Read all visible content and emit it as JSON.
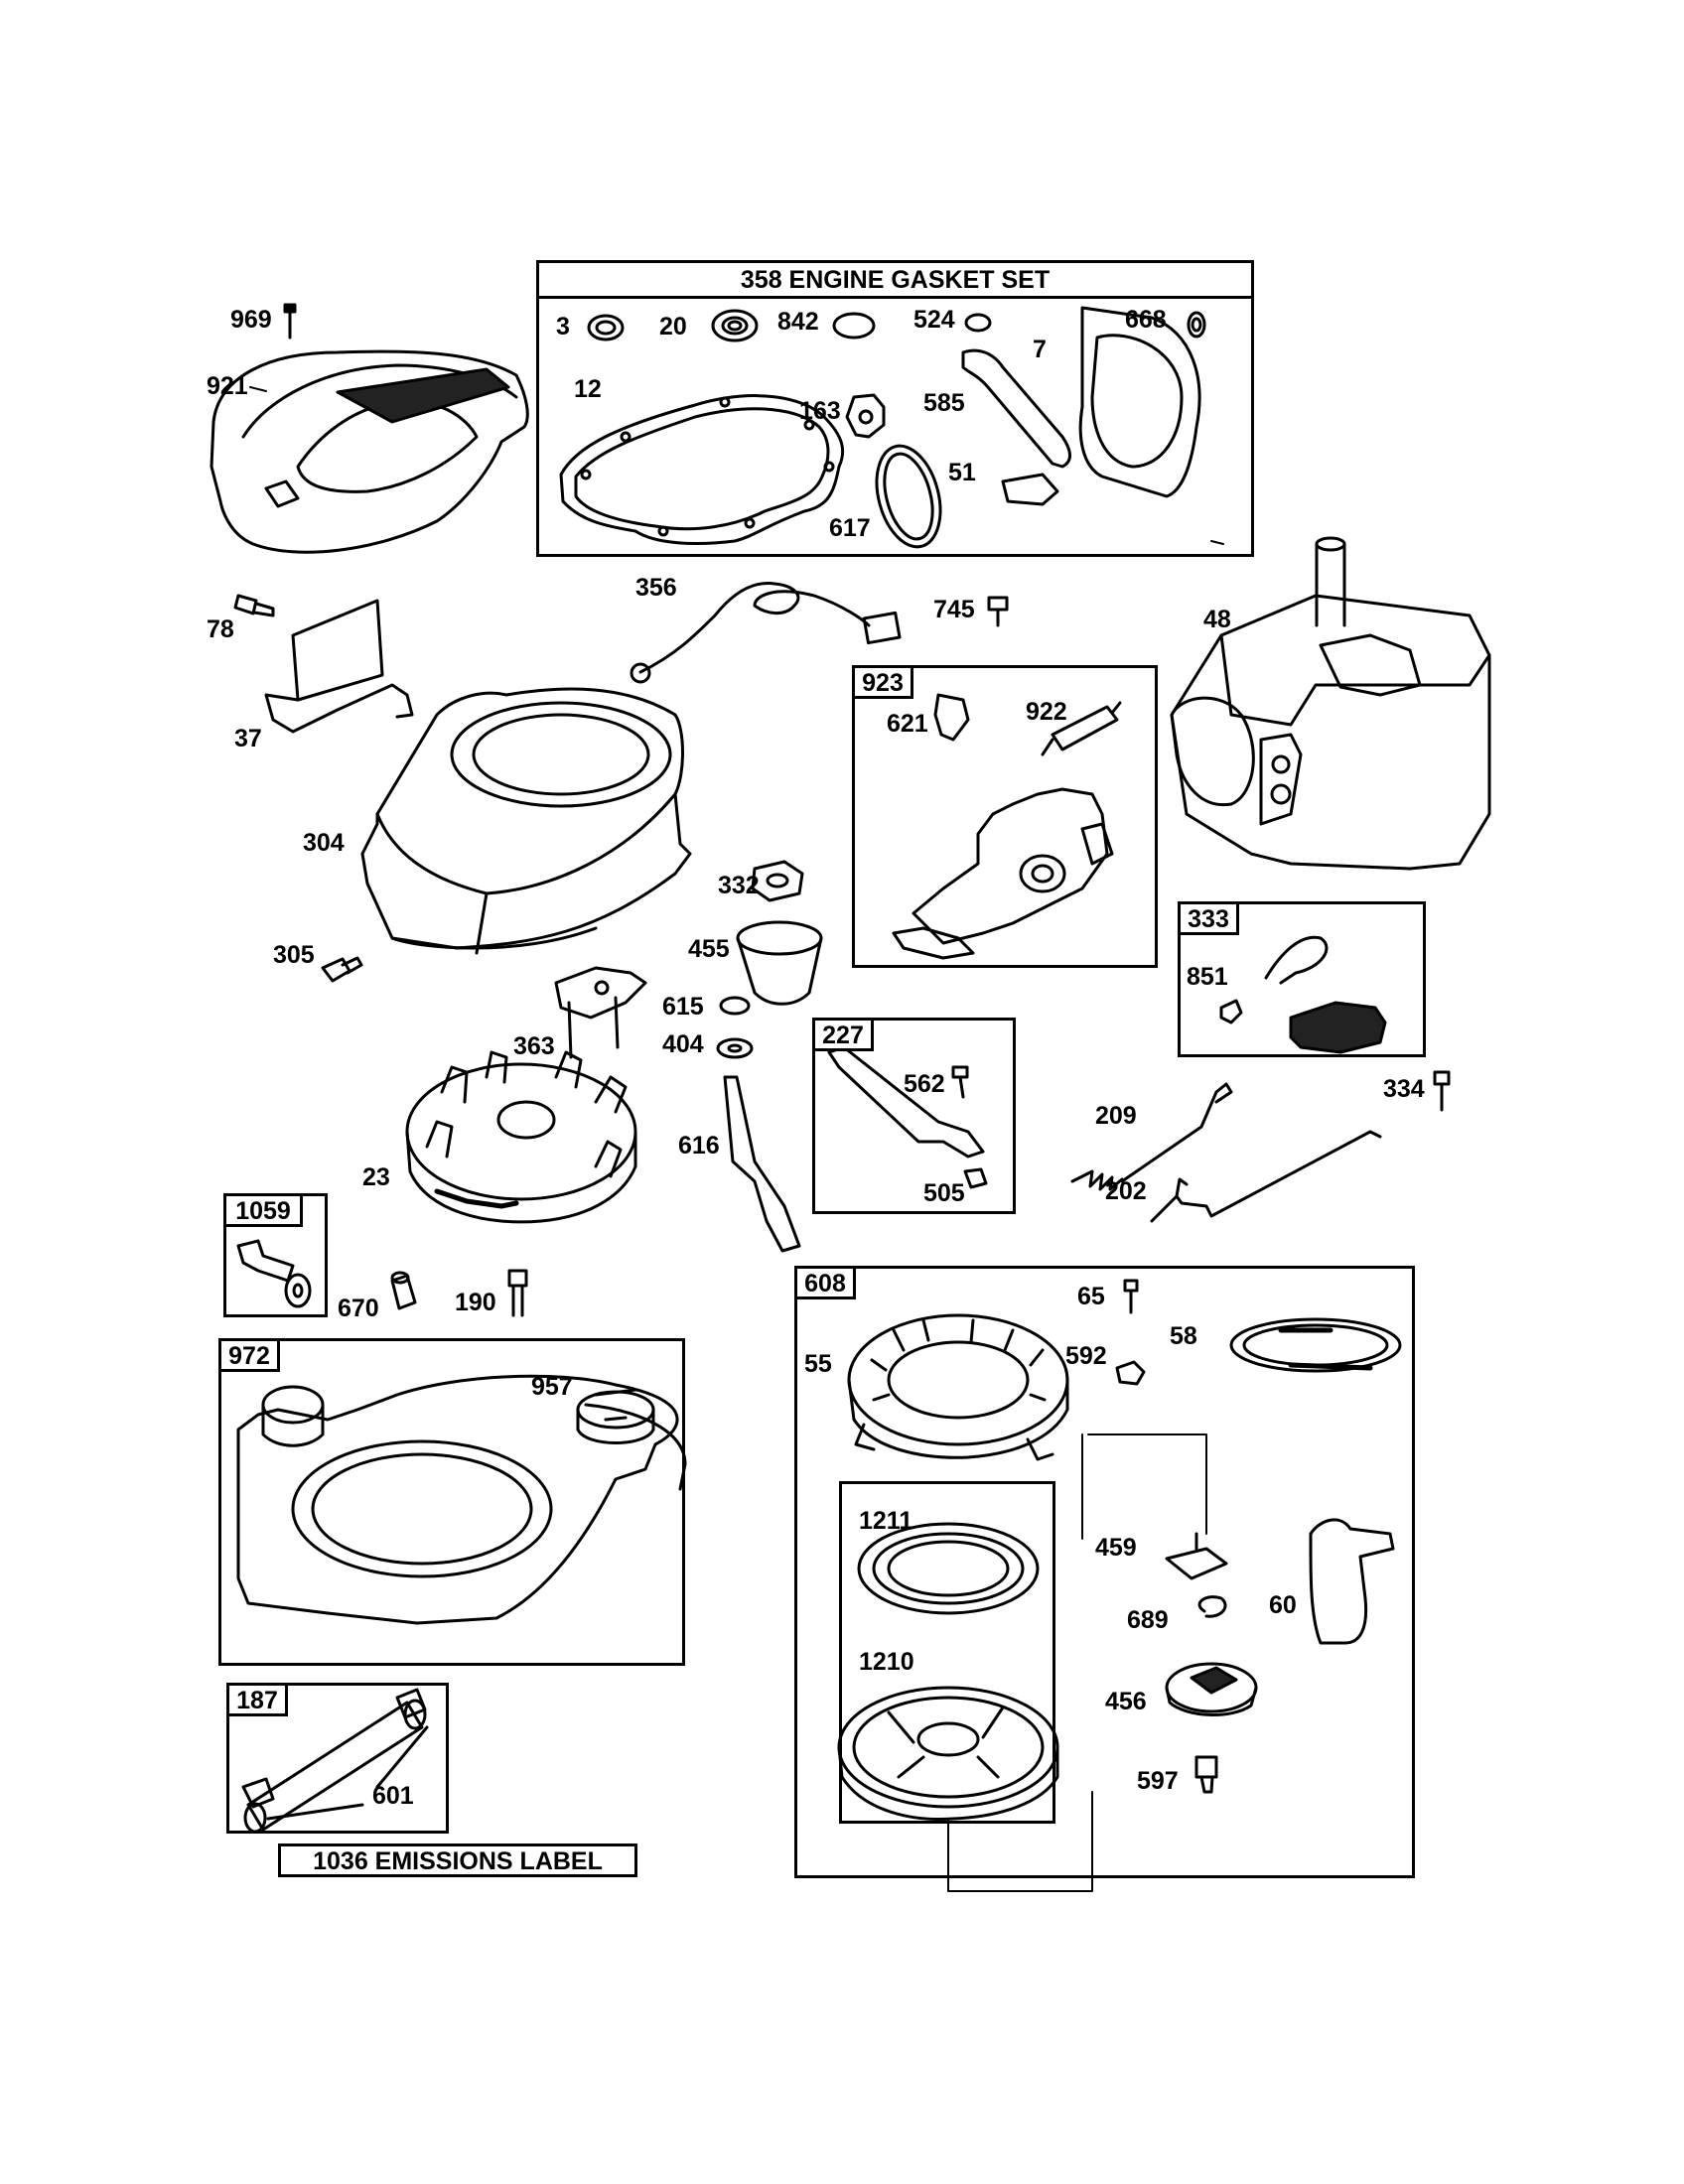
{
  "title_box": "358 ENGINE GASKET SET",
  "emissions_label": "1036 EMISSIONS LABEL",
  "box_tags": {
    "b923": "923",
    "b333": "333",
    "b227": "227",
    "b1059": "1059",
    "b972": "972",
    "b608": "608",
    "b187": "187"
  },
  "labels": {
    "p969": "969",
    "p921": "921",
    "p3": "3",
    "p20": "20",
    "p842": "842",
    "p524": "524",
    "p7": "7",
    "p668": "668",
    "p12": "12",
    "p163": "163",
    "p585": "585",
    "p51": "51",
    "p617": "617",
    "p356": "356",
    "p745": "745",
    "p48": "48",
    "p78": "78",
    "p37": "37",
    "p304": "304",
    "p621": "621",
    "p922": "922",
    "p332": "332",
    "p455": "455",
    "p305": "305",
    "p851": "851",
    "p615": "615",
    "p404": "404",
    "p363": "363",
    "p562": "562",
    "p209": "209",
    "p334": "334",
    "p616": "616",
    "p23": "23",
    "p505": "505",
    "p202": "202",
    "p670": "670",
    "p190": "190",
    "p65": "65",
    "p55": "55",
    "p592": "592",
    "p58": "58",
    "p957": "957",
    "p1211": "1211",
    "p459": "459",
    "p60": "60",
    "p689": "689",
    "p1210": "1210",
    "p456": "456",
    "p597": "597",
    "p601": "601"
  }
}
